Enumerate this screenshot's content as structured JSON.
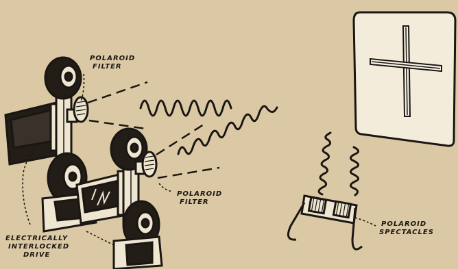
{
  "labels": {
    "top_filter": [
      "POLAROID",
      "FILTER"
    ],
    "mid_filter": [
      "POLAROID",
      "FILTER"
    ],
    "spectacles": [
      "POLAROID",
      "SPECTACLES"
    ],
    "drive": [
      "ELECTRICALLY",
      "INTERLOCKED",
      "DRIVE"
    ]
  },
  "colors": {
    "background": "#dbc9a5",
    "ink": "#1a1612",
    "paper": "#f2ead8"
  }
}
